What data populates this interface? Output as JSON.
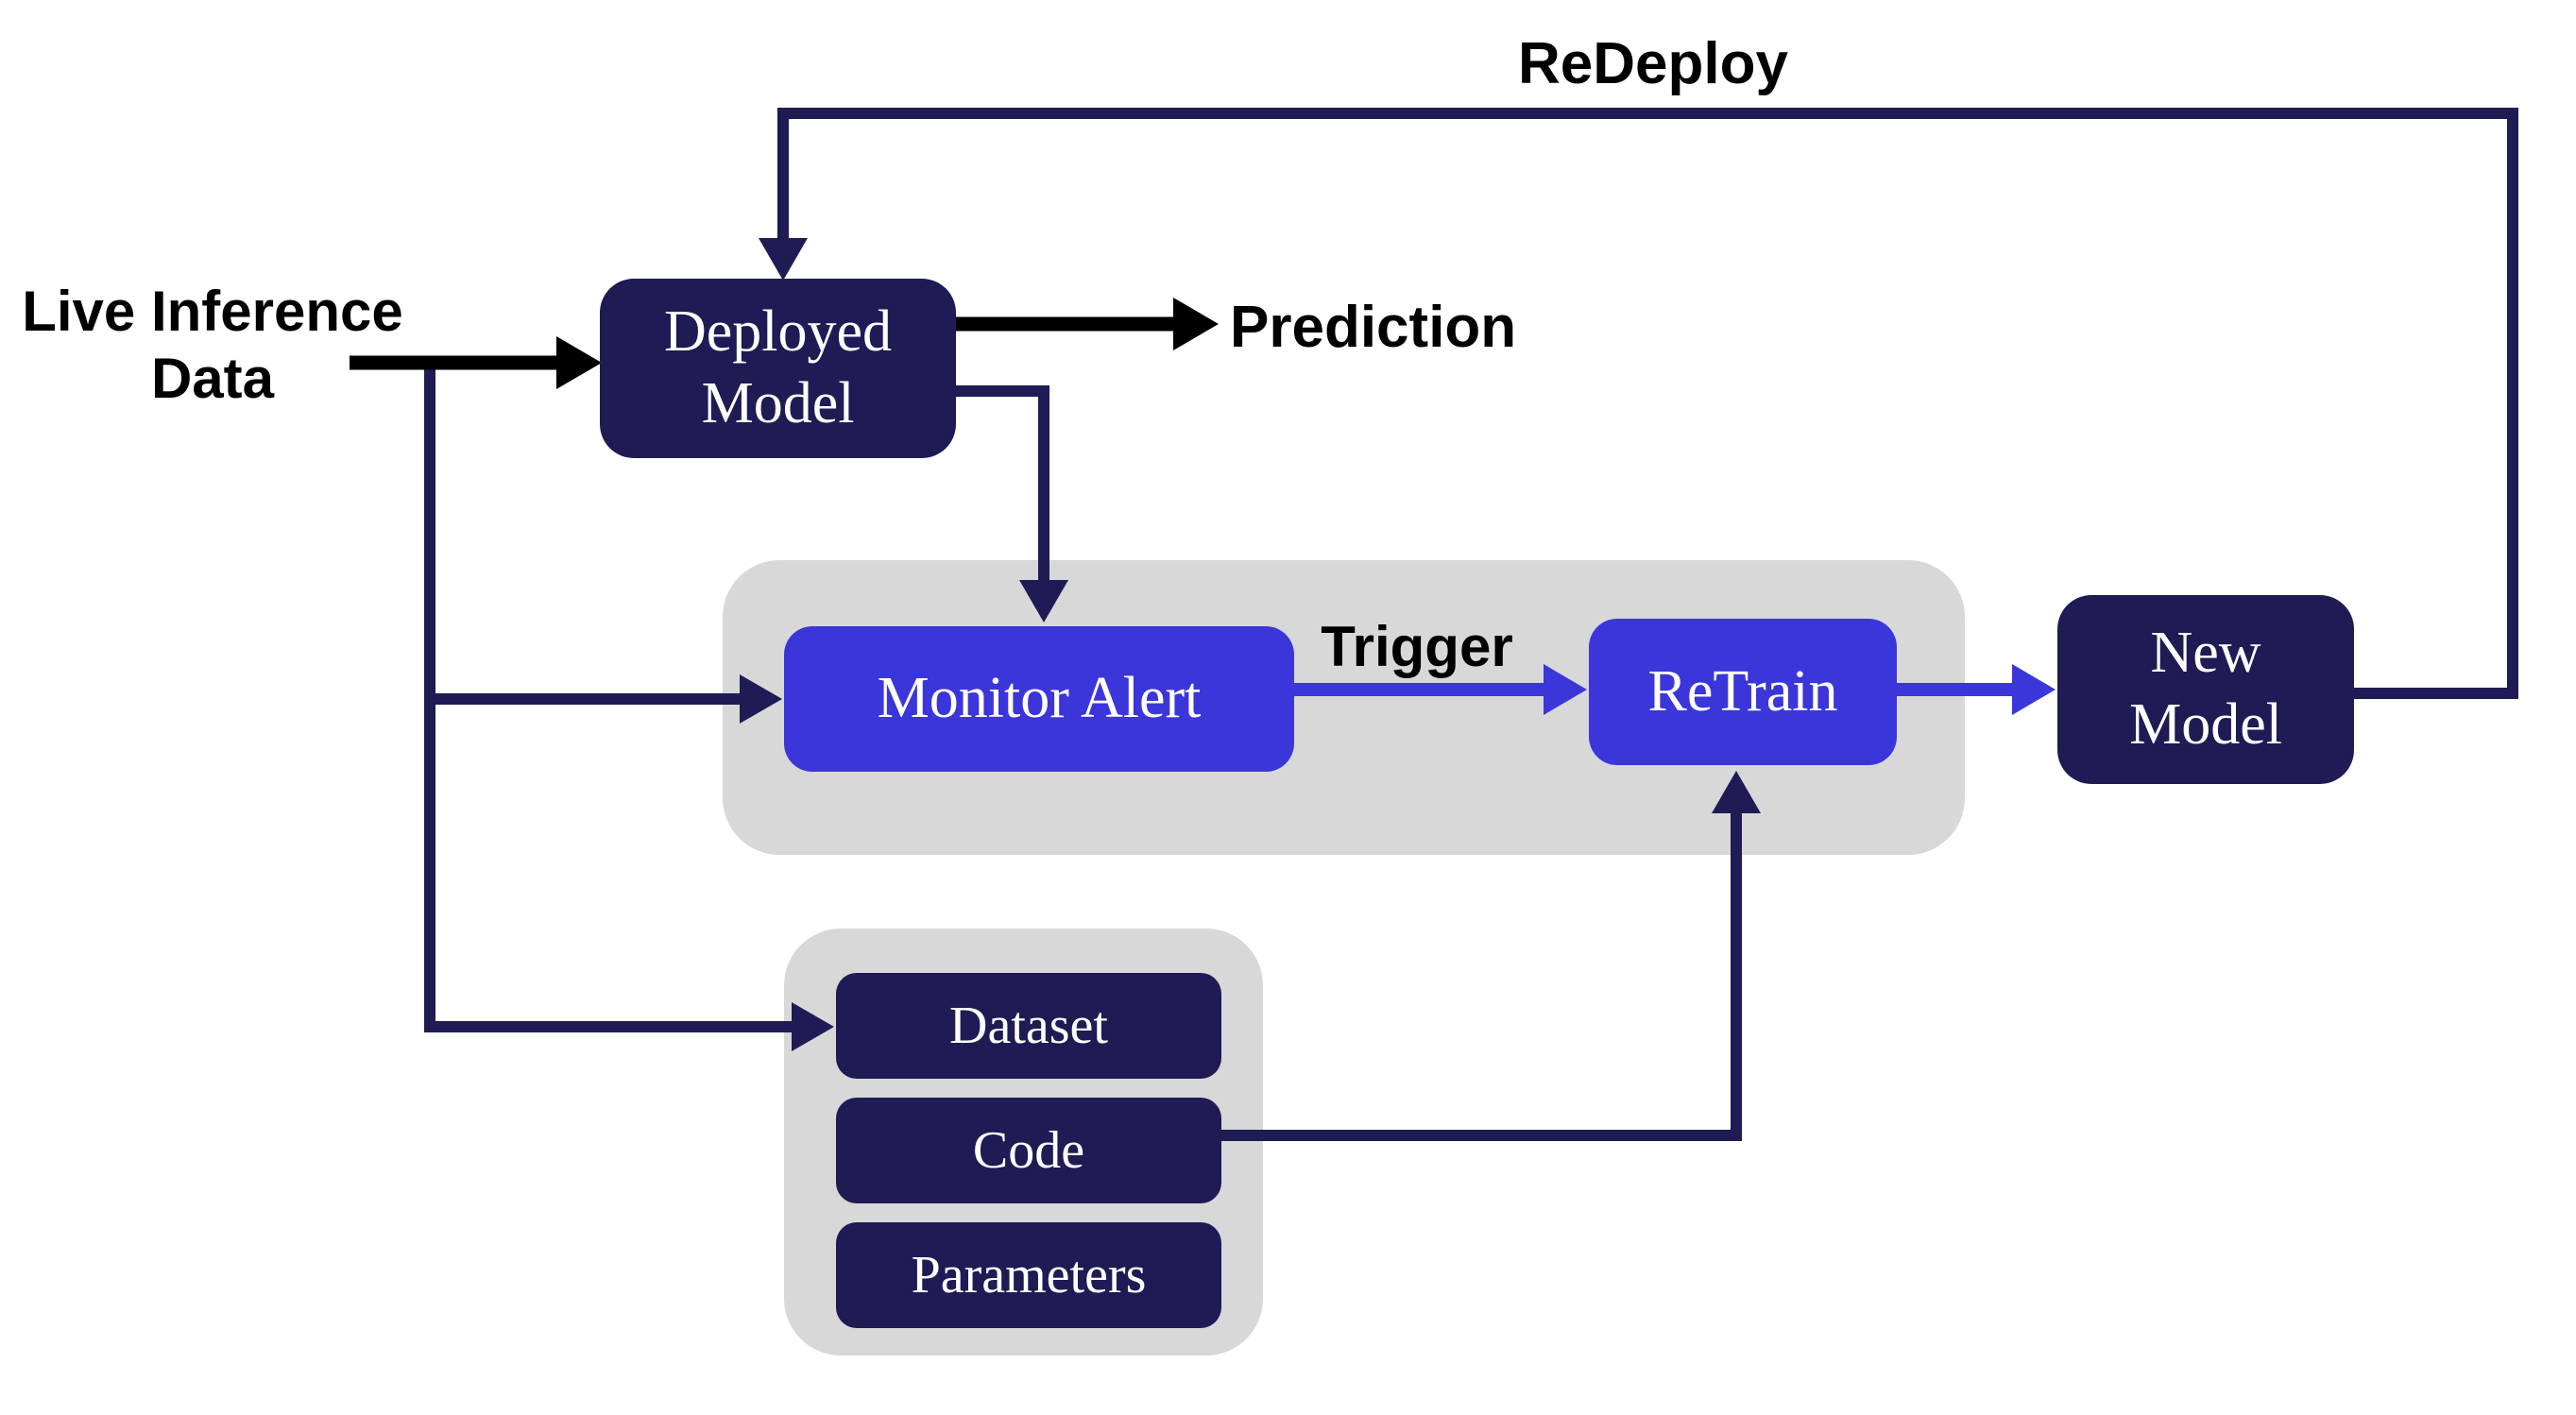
{
  "diagram": {
    "labels": {
      "redeploy": "ReDeploy",
      "live_inference": {
        "line1": "Live Inference",
        "line2": "Data"
      },
      "prediction": "Prediction",
      "trigger": "Trigger"
    },
    "nodes": {
      "deployed_model": {
        "line1": "Deployed",
        "line2": "Model"
      },
      "monitor_alert": {
        "label": "Monitor Alert"
      },
      "retrain": {
        "label": "ReTrain"
      },
      "new_model": {
        "line1": "New",
        "line2": "Model"
      },
      "dataset": {
        "label": "Dataset"
      },
      "code": {
        "label": "Code"
      },
      "parameters": {
        "label": "Parameters"
      }
    },
    "colors": {
      "node_navy": "#1f1b54",
      "node_blue": "#3b36d9",
      "container_gray": "#d8d8d8",
      "label_black": "#000000",
      "text_white": "#ffffff"
    }
  }
}
